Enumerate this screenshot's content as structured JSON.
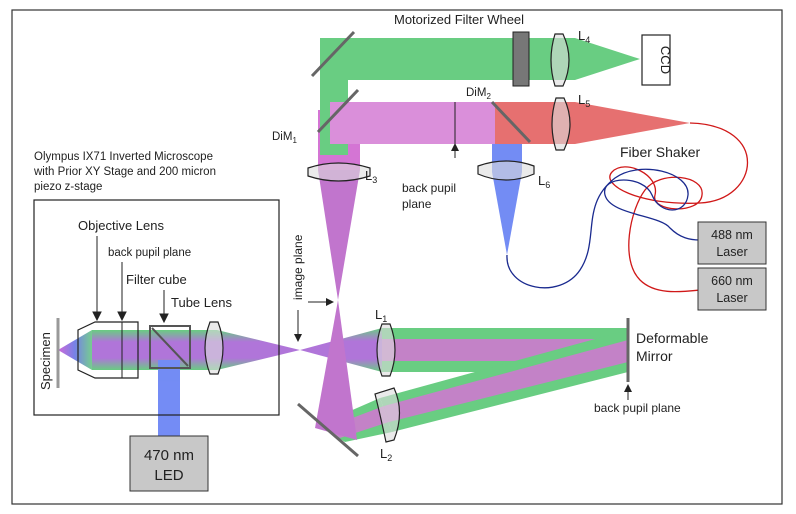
{
  "microscope": {
    "title_line1": "Olympus IX71 Inverted Microscope",
    "title_line2": "with Prior XY Stage and 200 micron",
    "title_line3": "piezo z-stage",
    "objective_lens": "Objective Lens",
    "back_pupil_plane": "back pupil plane",
    "filter_cube": "Filter cube",
    "tube_lens": "Tube Lens",
    "specimen": "Specimen"
  },
  "led": {
    "line1": "470 nm",
    "line2": "LED"
  },
  "labels": {
    "image_plane": "image plane",
    "motorized_filter_wheel": "Motorized Filter Wheel",
    "ccd": "CCD",
    "fiber_shaker": "Fiber Shaker",
    "back_pupil_plane_upper_line1": "back pupil",
    "back_pupil_plane_upper_line2": "plane",
    "deformable_mirror_line1": "Deformable",
    "deformable_mirror_line2": "Mirror",
    "back_pupil_plane_dm": "back pupil plane"
  },
  "lenses": {
    "l1": {
      "base": "L",
      "sub": "1"
    },
    "l2": {
      "base": "L",
      "sub": "2"
    },
    "l3": {
      "base": "L",
      "sub": "3"
    },
    "l4": {
      "base": "L",
      "sub": "4"
    },
    "l5": {
      "base": "L",
      "sub": "5"
    },
    "l6": {
      "base": "L",
      "sub": "6"
    }
  },
  "dichroics": {
    "dim1": {
      "base": "DiM",
      "sub": "1"
    },
    "dim2": {
      "base": "DiM",
      "sub": "2"
    }
  },
  "lasers": {
    "l488": {
      "line1": "488 nm",
      "line2": "Laser"
    },
    "l660": {
      "line1": "660 nm",
      "line2": "Laser"
    }
  },
  "colors": {
    "green_beam": "#3fbf5f",
    "magenta_beam": "#d94fd0",
    "blue_beam": "#4d6cf2",
    "red_beam": "#e04848",
    "blue_fiber": "#1a2a8f",
    "red_fiber": "#d01818",
    "laser_box": "#c8c8c8",
    "lens_fill": "#dcdcdc"
  }
}
